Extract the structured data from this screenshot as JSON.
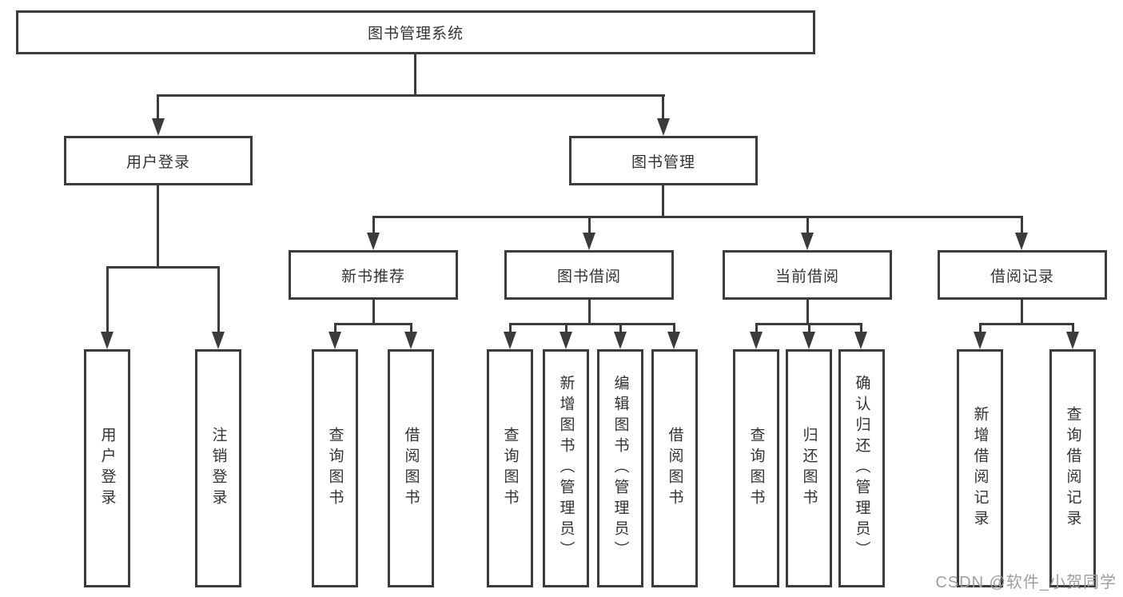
{
  "tree": {
    "root": "图书管理系统",
    "branches": [
      {
        "name": "用户登录",
        "children": [
          "用户登录",
          "注销登录"
        ]
      },
      {
        "name": "图书管理",
        "sections": [
          {
            "name": "新书推荐",
            "children": [
              "查询图书",
              "借阅图书"
            ]
          },
          {
            "name": "图书借阅",
            "children": [
              "查询图书",
              "新增图书（管理员）",
              "编辑图书（管理员）",
              "借阅图书"
            ]
          },
          {
            "name": "当前借阅",
            "children": [
              "查询图书",
              "归还图书",
              "确认归还（管理员）"
            ]
          },
          {
            "name": "借阅记录",
            "children": [
              "新增借阅记录",
              "查询借阅记录"
            ]
          }
        ]
      }
    ]
  },
  "watermark": "CSDN @软件_小贺同学",
  "colors": {
    "line": "#3b3b3b",
    "text": "#333333",
    "watermark": "#9e9e9e"
  }
}
